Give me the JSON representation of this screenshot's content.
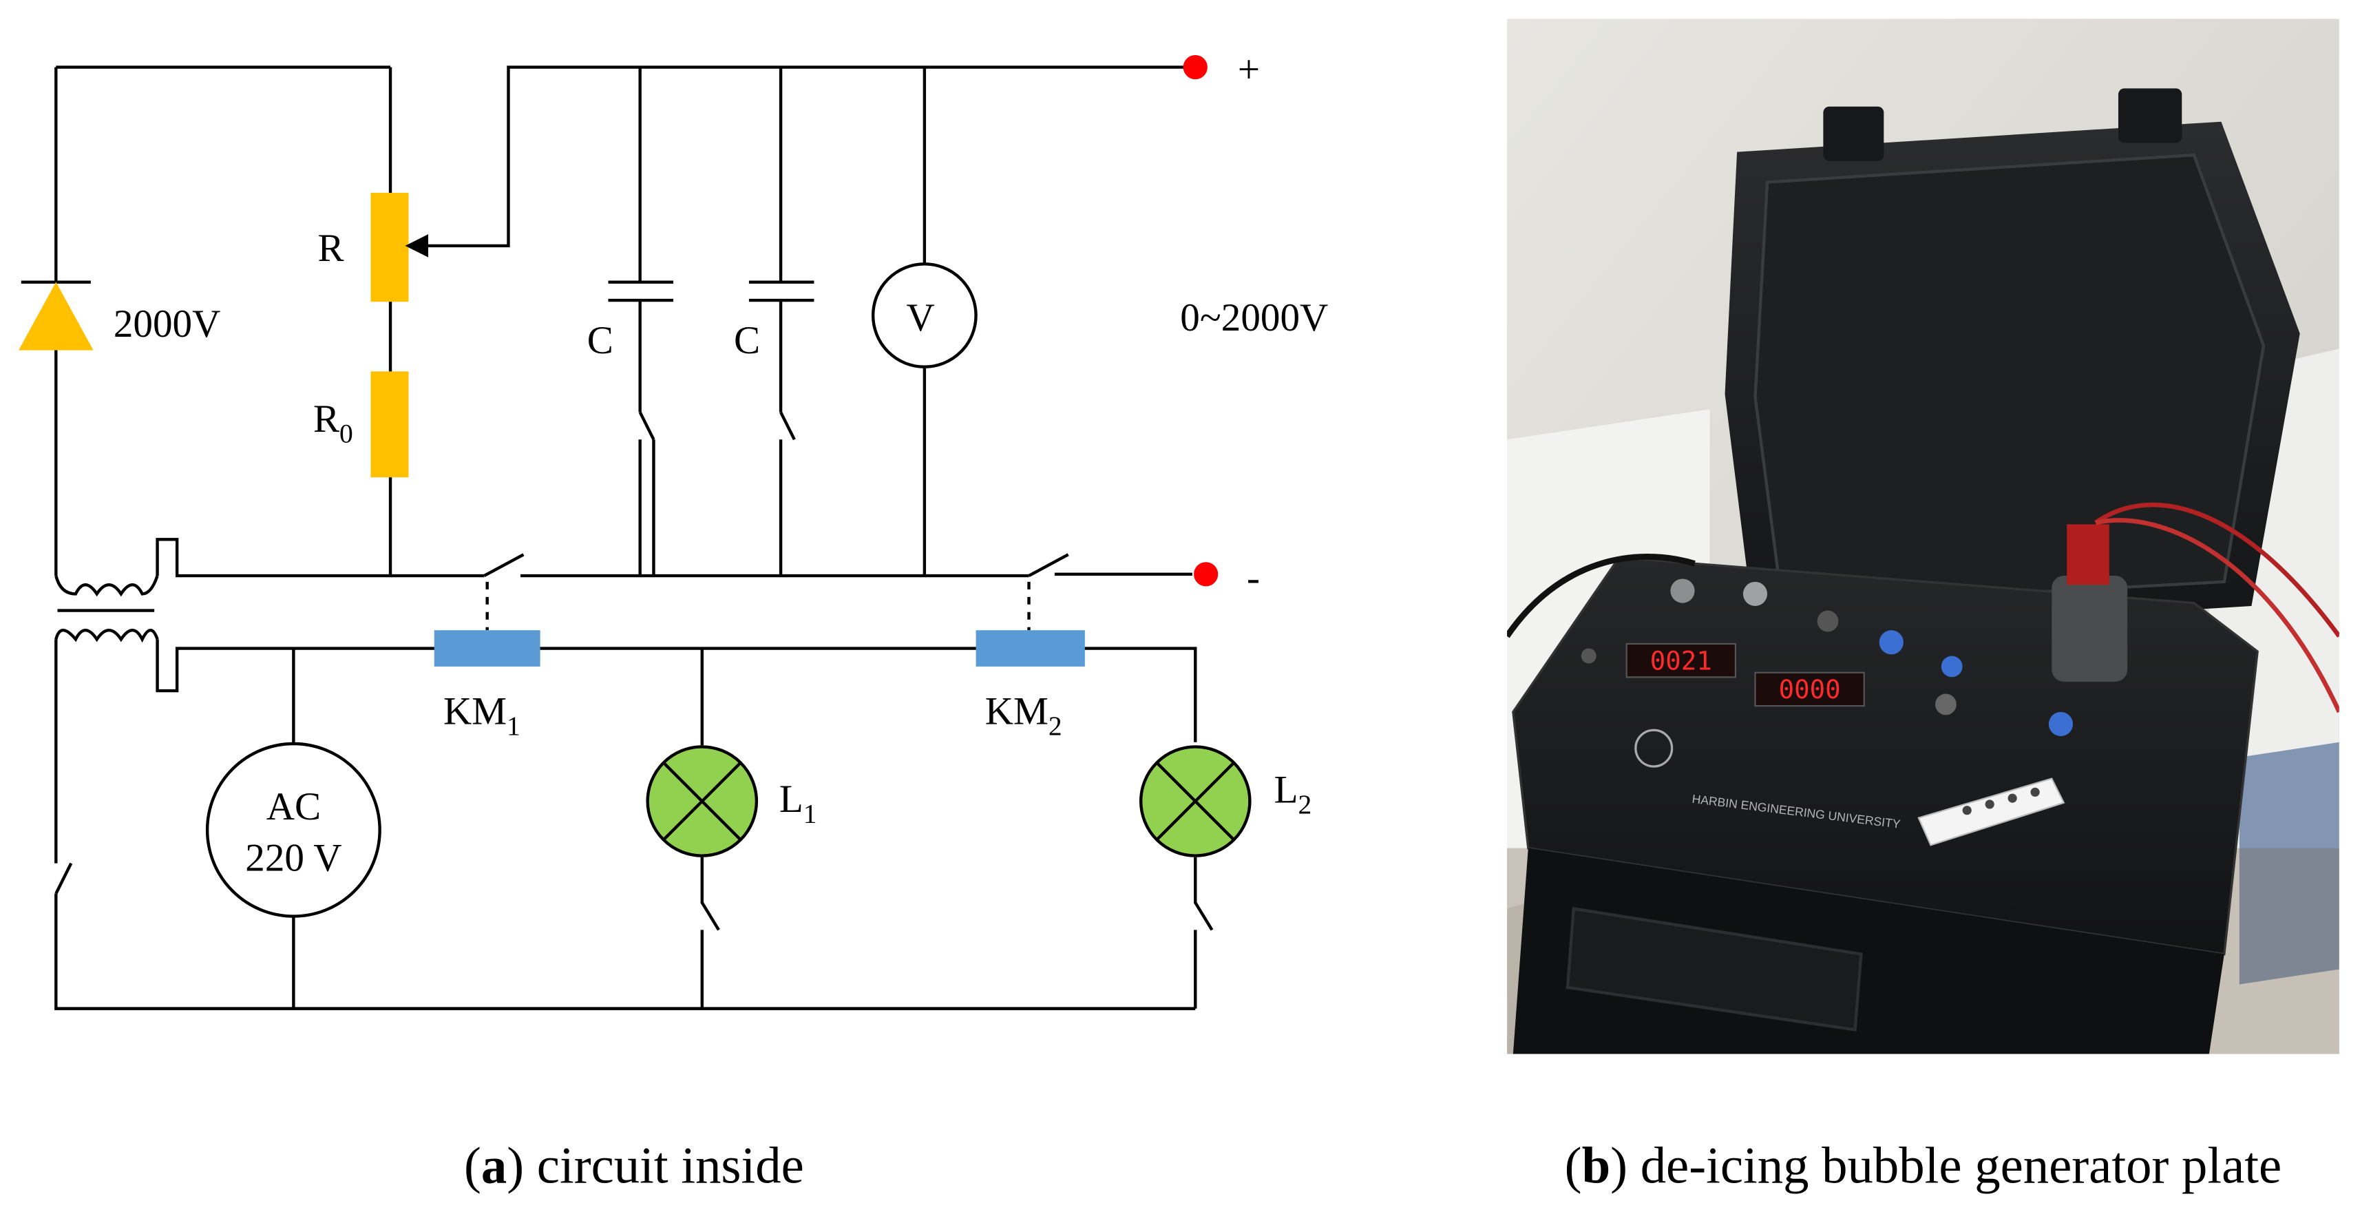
{
  "panel_a": {
    "labels": {
      "diode_voltage": "2000V",
      "resistor_r": "R",
      "resistor_r0_base": "R",
      "resistor_r0_sub": "0",
      "capacitor_1": "C",
      "capacitor_2": "C",
      "voltmeter": "V",
      "output_range": "0~2000V",
      "terminal_plus": "+",
      "terminal_minus": "-",
      "contactor_1_base": "KM",
      "contactor_1_sub": "1",
      "contactor_2_base": "KM",
      "contactor_2_sub": "2",
      "lamp_1_base": "L",
      "lamp_1_sub": "1",
      "lamp_2_base": "L",
      "lamp_2_sub": "2",
      "ac_line1": "AC",
      "ac_line2": "220 V"
    },
    "caption_letter": "a",
    "caption_text": " circuit inside"
  },
  "panel_b": {
    "caption_letter": "b",
    "caption_text": " de-icing bubble generator plate",
    "photo": {
      "logo_text": "HARBIN ENGINEERING UNIVERSITY",
      "display_1": "0021",
      "display_2": "0000"
    }
  },
  "colors": {
    "wire": "#000000",
    "resistor": "#FFC000",
    "contactor": "#5B9BD5",
    "lamp": "#92D050",
    "terminal": "#FF0000",
    "diode": "#FFC000"
  }
}
